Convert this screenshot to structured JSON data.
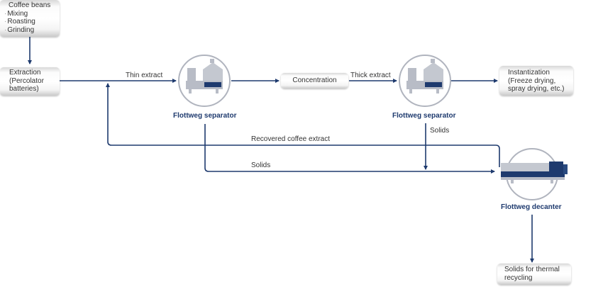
{
  "boxes": {
    "coffee_beans": {
      "title": "Coffee beans",
      "items": [
        "Mixing",
        "Roasting",
        "Grinding"
      ]
    },
    "extraction": {
      "lines": [
        "Extraction",
        "(Percolator",
        "batteries)"
      ]
    },
    "concentration": {
      "lines": [
        "Concentration"
      ]
    },
    "instantization": {
      "lines": [
        "Instantization",
        "(Freeze drying,",
        "spray drying, etc.)"
      ]
    },
    "solids_thermal": {
      "lines": [
        "Solids for thermal",
        "recycling"
      ]
    }
  },
  "equipment": {
    "separator_1": {
      "label": "Flottweg separator",
      "icon": "separator-icon"
    },
    "separator_2": {
      "label": "Flottweg separator",
      "icon": "separator-icon"
    },
    "decanter": {
      "label": "Flottweg decanter",
      "icon": "decanter-icon"
    }
  },
  "flow_labels": {
    "thin_extract": "Thin extract",
    "thick_extract": "Thick extract",
    "solids_separator_2": "Solids",
    "recovered_extract": "Recovered coffee extract",
    "solids_separator_1": "Solids"
  },
  "colors": {
    "line": "#1e3a6e",
    "equipment_dark": "#1e3a6e",
    "equipment_light": "#b8bcc6",
    "circle": "#b0b4be"
  }
}
